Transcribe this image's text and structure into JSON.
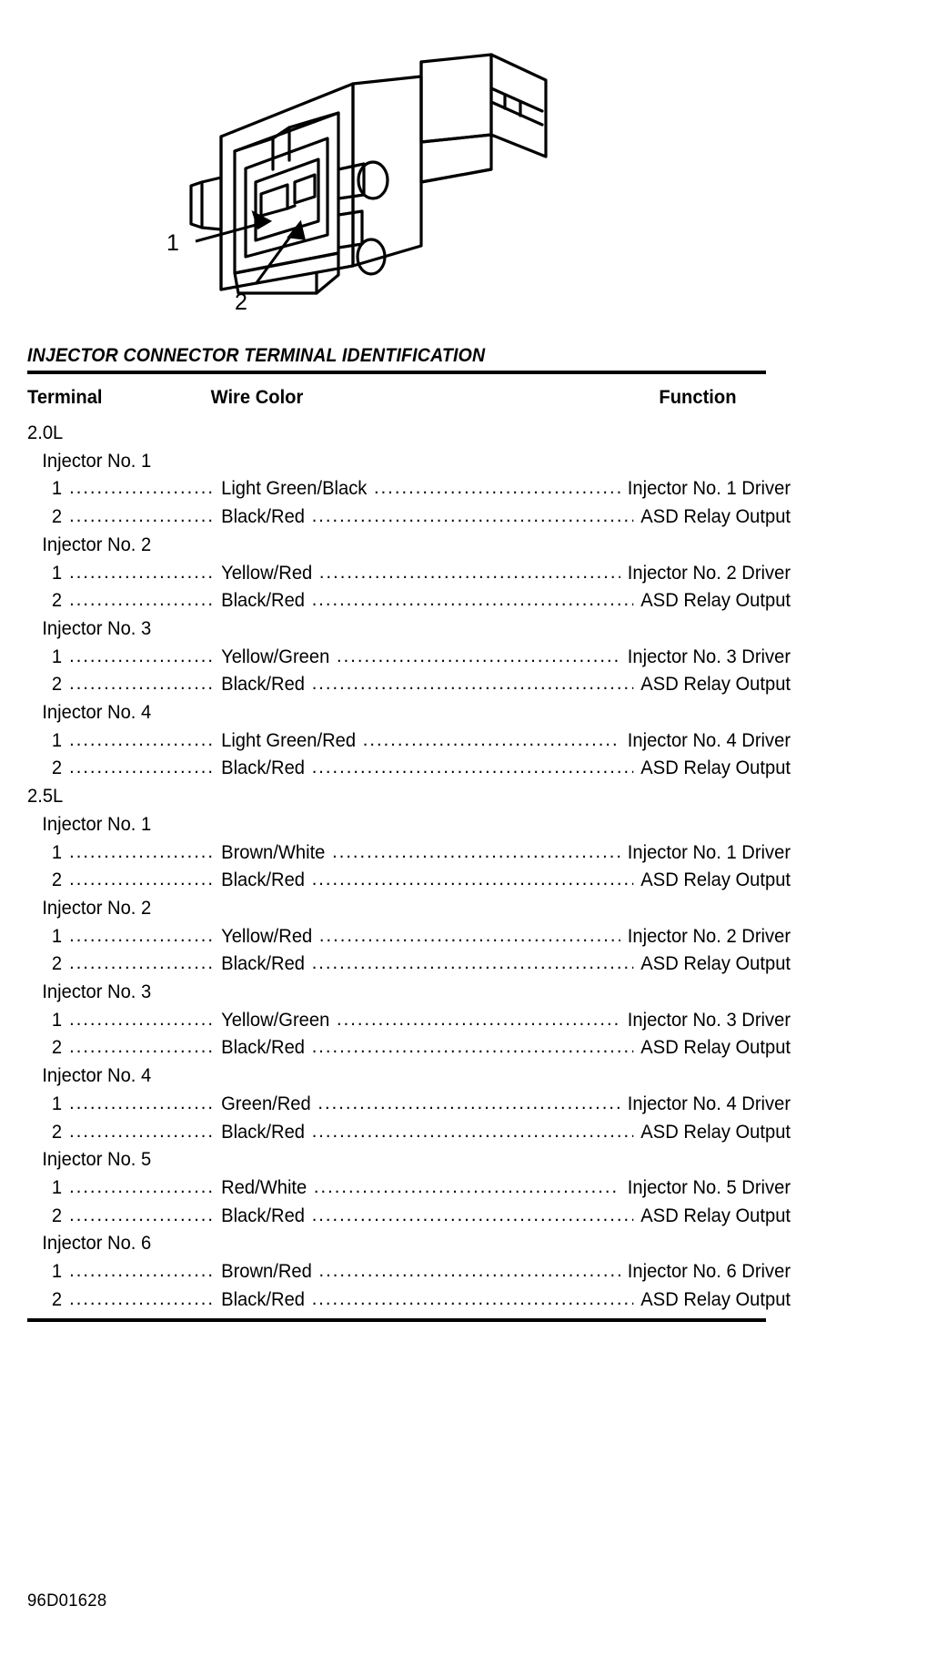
{
  "figure": {
    "caption_labels": [
      "1",
      "2"
    ],
    "description": "injector-connector-line-drawing"
  },
  "table": {
    "section_title": "INJECTOR CONNECTOR TERMINAL IDENTIFICATION",
    "headers": {
      "terminal": "Terminal",
      "wire_color": "Wire Color",
      "function": "Function"
    },
    "groups": [
      {
        "engine": "2.0L",
        "injectors": [
          {
            "label": "Injector No. 1",
            "rows": [
              {
                "terminal": "1",
                "wire_color": "Light Green/Black",
                "function": "Injector No. 1 Driver"
              },
              {
                "terminal": "2",
                "wire_color": "Black/Red",
                "function": "ASD Relay Output"
              }
            ]
          },
          {
            "label": "Injector No. 2",
            "rows": [
              {
                "terminal": "1",
                "wire_color": "Yellow/Red",
                "function": "Injector No. 2 Driver"
              },
              {
                "terminal": "2",
                "wire_color": "Black/Red",
                "function": "ASD Relay Output"
              }
            ]
          },
          {
            "label": "Injector No. 3",
            "rows": [
              {
                "terminal": "1",
                "wire_color": "Yellow/Green",
                "function": "Injector No. 3 Driver"
              },
              {
                "terminal": "2",
                "wire_color": "Black/Red",
                "function": "ASD Relay Output"
              }
            ]
          },
          {
            "label": "Injector No. 4",
            "rows": [
              {
                "terminal": "1",
                "wire_color": "Light Green/Red",
                "function": "Injector No. 4 Driver"
              },
              {
                "terminal": "2",
                "wire_color": "Black/Red",
                "function": "ASD Relay Output"
              }
            ]
          }
        ]
      },
      {
        "engine": "2.5L",
        "injectors": [
          {
            "label": "Injector No. 1",
            "rows": [
              {
                "terminal": "1",
                "wire_color": "Brown/White",
                "function": "Injector No. 1 Driver"
              },
              {
                "terminal": "2",
                "wire_color": "Black/Red",
                "function": "ASD Relay Output"
              }
            ]
          },
          {
            "label": "Injector No. 2",
            "rows": [
              {
                "terminal": "1",
                "wire_color": "Yellow/Red",
                "function": "Injector No. 2 Driver"
              },
              {
                "terminal": "2",
                "wire_color": "Black/Red",
                "function": "ASD Relay Output"
              }
            ]
          },
          {
            "label": "Injector No. 3",
            "rows": [
              {
                "terminal": "1",
                "wire_color": "Yellow/Green",
                "function": "Injector No. 3 Driver"
              },
              {
                "terminal": "2",
                "wire_color": "Black/Red",
                "function": "ASD Relay Output"
              }
            ]
          },
          {
            "label": "Injector No. 4",
            "rows": [
              {
                "terminal": "1",
                "wire_color": "Green/Red",
                "function": "Injector No. 4 Driver"
              },
              {
                "terminal": "2",
                "wire_color": "Black/Red",
                "function": "ASD Relay Output"
              }
            ]
          },
          {
            "label": "Injector No. 5",
            "rows": [
              {
                "terminal": "1",
                "wire_color": "Red/White",
                "function": "Injector No. 5 Driver"
              },
              {
                "terminal": "2",
                "wire_color": "Black/Red",
                "function": "ASD Relay Output"
              }
            ]
          },
          {
            "label": "Injector No. 6",
            "rows": [
              {
                "terminal": "1",
                "wire_color": "Brown/Red",
                "function": "Injector No. 6 Driver"
              },
              {
                "terminal": "2",
                "wire_color": "Black/Red",
                "function": "ASD Relay Output"
              }
            ]
          }
        ]
      }
    ]
  },
  "footer": {
    "code": "96D01628"
  },
  "colors": {
    "ink": "#000000",
    "paper": "#ffffff"
  }
}
